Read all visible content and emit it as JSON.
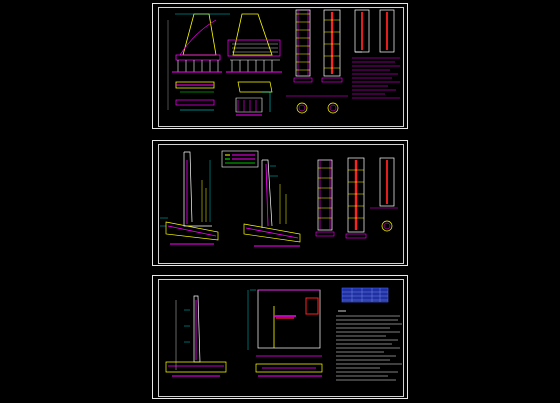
{
  "canvas": {
    "background": "#000000"
  },
  "colors": {
    "frame": "#e8e8e8",
    "magenta": "#ff00ff",
    "yellow": "#ffff00",
    "cyan": "#00ffff",
    "green": "#00ff00",
    "red": "#ff2020",
    "white": "#ffffff",
    "blue": "#4060ff"
  },
  "sheets": [
    {
      "id": "sheet-1",
      "description_icon": "drawing-sheet-icon"
    },
    {
      "id": "sheet-2",
      "description_icon": "drawing-sheet-icon"
    },
    {
      "id": "sheet-3",
      "description_icon": "drawing-sheet-icon"
    }
  ]
}
